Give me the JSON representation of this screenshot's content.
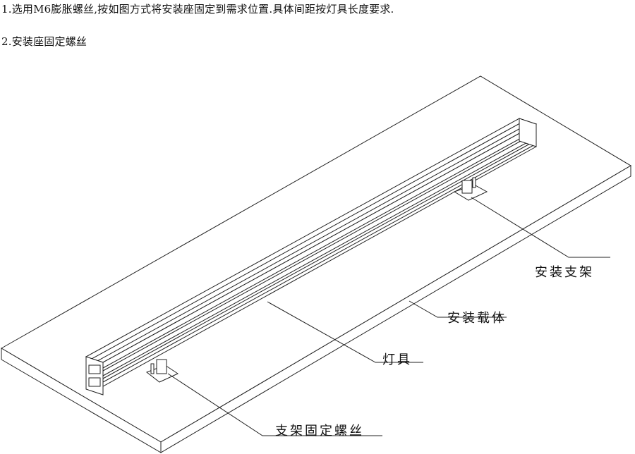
{
  "instructions": {
    "step1": "1.选用M6膨胀螺丝,按如图方式将安装座固定到需求位置.具体间距按灯具长度要求.",
    "step2": "2.安装座固定螺丝"
  },
  "callouts": {
    "mounting_bracket": "安装支架",
    "mounting_surface": "安装载体",
    "fixture": "灯具",
    "bracket_screw": "支架固定螺丝"
  },
  "colors": {
    "line": "#222222",
    "fill": "#ffffff",
    "shade": "#d9d9d9"
  }
}
